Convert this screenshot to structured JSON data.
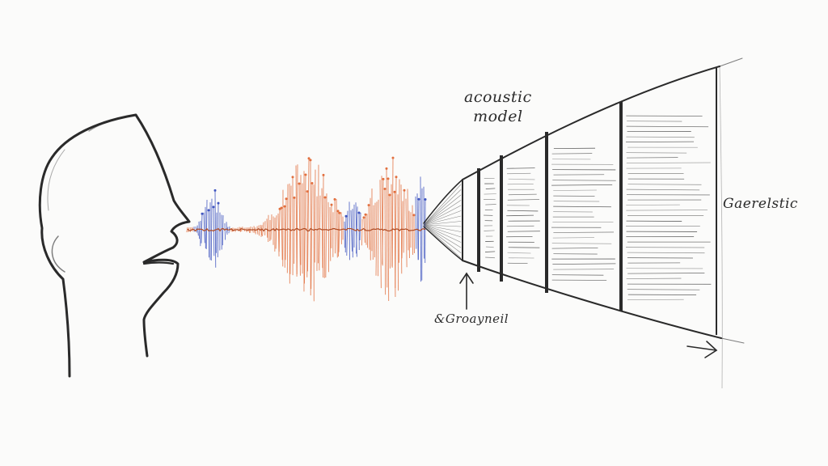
{
  "labels": {
    "acoustic_line1": "acoustic",
    "acoustic_line2": "model",
    "right_label": "Gaerelstic",
    "bottom_label": "&Groayneil"
  },
  "colors": {
    "ink": "#2a2a2a",
    "wave_orange": "#e2703f",
    "wave_blue": "#3f55c0",
    "paper": "#fbfbfa"
  },
  "icons": {
    "arrow_up": "arrow-up-icon",
    "arrow_right": "arrow-right-icon"
  }
}
